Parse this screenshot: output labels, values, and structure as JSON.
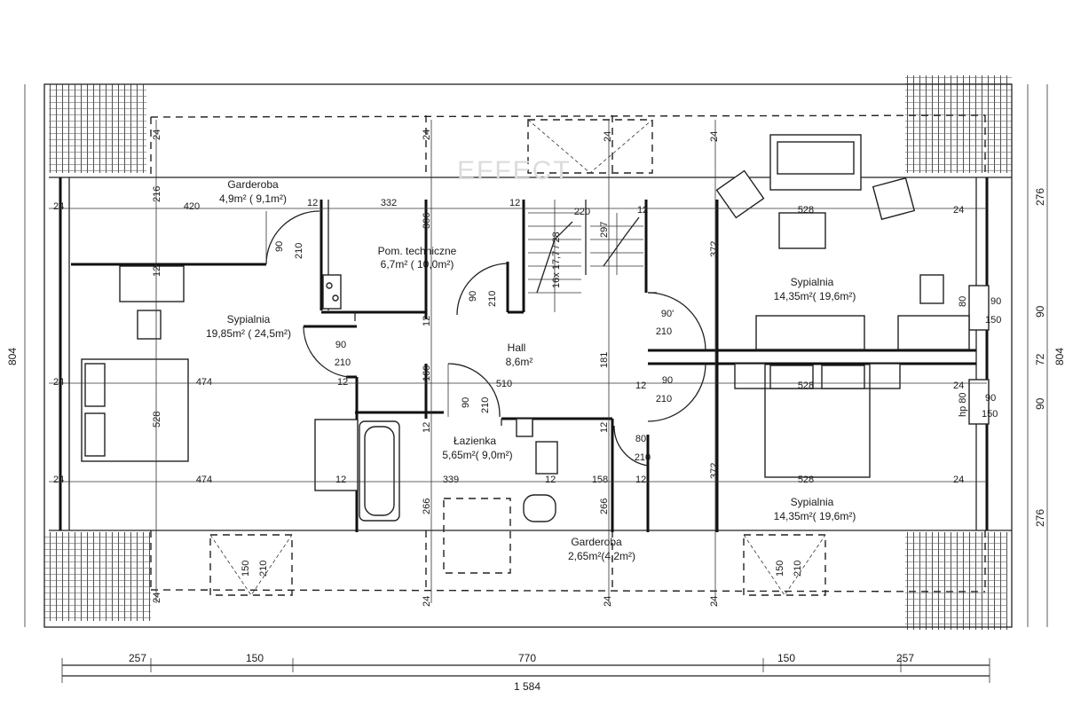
{
  "watermark": "EFFECT",
  "rooms": {
    "garderoba_top": {
      "name": "Garderoba",
      "area": "4,9m² ( 9,1m²)"
    },
    "pom_techniczne": {
      "name": "Pom. techniczne",
      "area": "6,7m² ( 10,0m²)"
    },
    "sypialnia_left": {
      "name": "Sypialnia",
      "area": "19,85m² ( 24,5m²)"
    },
    "hall": {
      "name": "Hall",
      "area": "8,6m²"
    },
    "lazienka": {
      "name": "Łazienka",
      "area": "5,65m²( 9,0m²)"
    },
    "garderoba_bottom": {
      "name": "Garderoba",
      "area": "2,65m²(4,2m²)"
    },
    "sypialnia_right_top": {
      "name": "Sypialnia",
      "area": "14,35m²( 19,6m²)"
    },
    "sypialnia_right_bottom": {
      "name": "Sypialnia",
      "area": "14,35m²( 19,6m²)"
    }
  },
  "dimensions": {
    "overall_width": "1 584",
    "overall_height": "804",
    "bottom_chain": [
      "257",
      "150",
      "770",
      "150",
      "257"
    ],
    "right_chain": [
      "276",
      "90",
      "72",
      "90",
      "276"
    ],
    "wall_24": "24",
    "wall_12": "12",
    "d420": "420",
    "d332": "332",
    "d216": "216",
    "d306": "306",
    "d220": "220",
    "d297": "297",
    "d528": "528",
    "d372": "372",
    "d474": "474",
    "d510": "510",
    "d160": "160",
    "d181": "181",
    "d339": "339",
    "d158": "158",
    "d266": "266",
    "d90": "90",
    "d210": "210",
    "d80": "80",
    "d150": "150",
    "stairs": "16x 17,7 / 28",
    "d90p": "90'",
    "hp80": "hp 80"
  }
}
